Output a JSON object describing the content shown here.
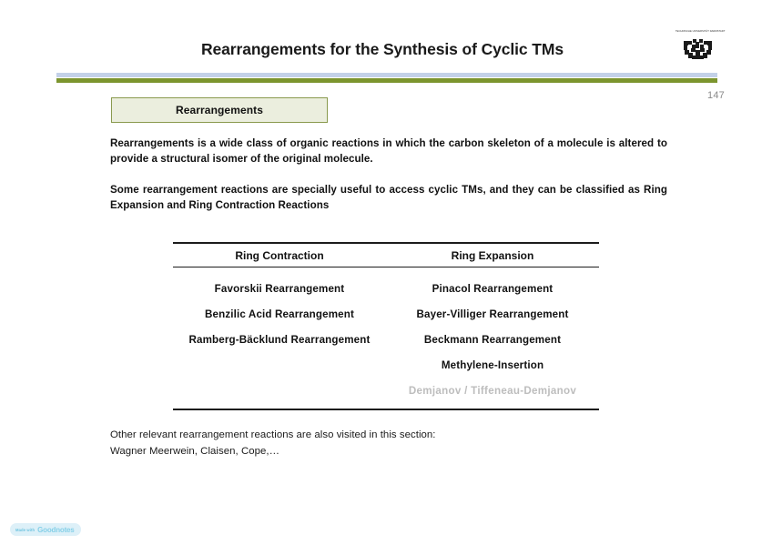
{
  "header": {
    "title": "Rearrangements for the Synthesis of Cyclic TMs",
    "logo_caption": "TECHNISCHE UNIVERSITÄT DARMSTADT",
    "logo_name": "tu-darmstadt-logo",
    "rule_blue_color": "#c3d1e8",
    "rule_green_color": "#7c952e"
  },
  "page_number": "147",
  "section_box": {
    "label": "Rearrangements",
    "fill_color": "#ebeede",
    "border_color": "#8a9a4e"
  },
  "body": {
    "paragraph_intro": "Rearrangements is a wide class of organic reactions in which the carbon skeleton of a molecule is altered to provide a structural isomer of the original molecule.",
    "paragraph_classify": "Some rearrangement reactions are specially useful to access cyclic TMs, and they can be classified as Ring Expansion and Ring Contraction Reactions"
  },
  "table": {
    "headers": [
      "Ring Contraction",
      "Ring Expansion"
    ],
    "rows": [
      {
        "contraction": "Favorskii Rearrangement",
        "expansion": "Pinacol Rearrangement",
        "contraction_muted": false,
        "expansion_muted": false
      },
      {
        "contraction": "Benzilic Acid Rearrangement",
        "expansion": "Bayer-Villiger Rearrangement",
        "contraction_muted": false,
        "expansion_muted": false
      },
      {
        "contraction": "Ramberg-Bäcklund Rearrangement",
        "expansion": "Beckmann Rearrangement",
        "contraction_muted": false,
        "expansion_muted": false
      },
      {
        "contraction": "",
        "expansion": "Methylene-Insertion",
        "contraction_muted": false,
        "expansion_muted": false
      },
      {
        "contraction": "",
        "expansion": "Demjanov / Tiffeneau-Demjanov",
        "contraction_muted": false,
        "expansion_muted": true
      }
    ]
  },
  "footer": {
    "line1": "Other relevant rearrangement reactions are also visited in this section:",
    "line2": "Wagner Meerwein, Claisen, Cope,…"
  },
  "watermark": {
    "made_with": "Made with",
    "brand": "Goodnotes",
    "background_color": "#ddf0f8",
    "text_color": "#86d0e8"
  }
}
